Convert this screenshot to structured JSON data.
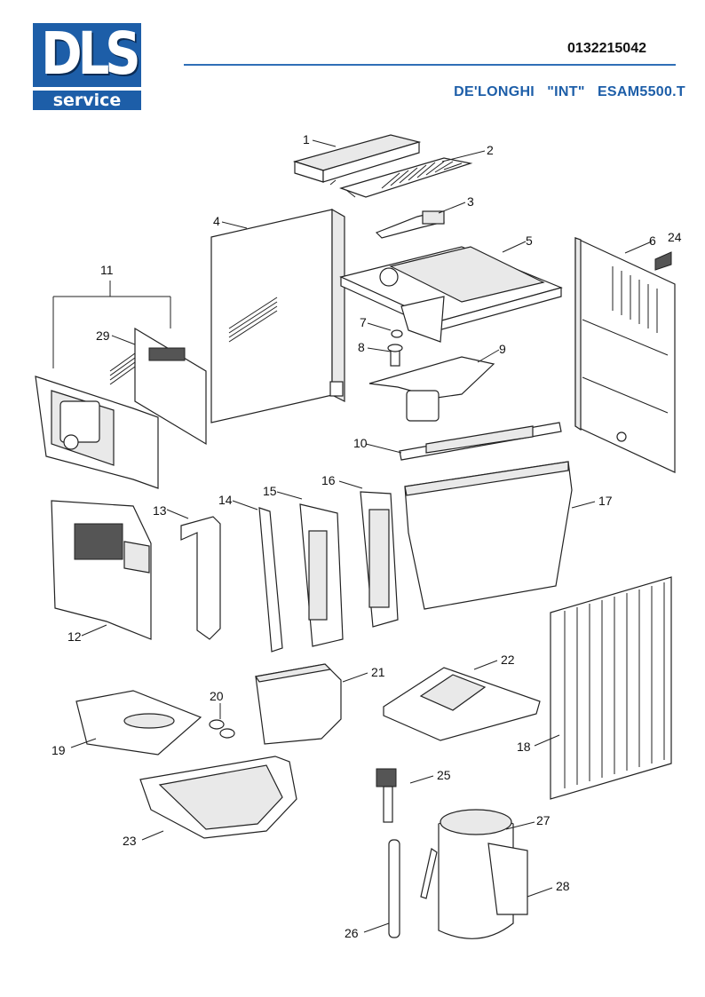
{
  "header": {
    "logo_top": "DLS",
    "logo_bottom": "service",
    "document_code": "0132215042",
    "model_line": "DE'LONGHI   \"INT\"   ESAM5500.T"
  },
  "part_labels": [
    "1",
    "2",
    "3",
    "4",
    "5",
    "6",
    "24",
    "11",
    "29",
    "7",
    "8",
    "9",
    "10",
    "13",
    "14",
    "15",
    "16",
    "17",
    "12",
    "22",
    "21",
    "20",
    "19",
    "18",
    "25",
    "27",
    "23",
    "28",
    "26"
  ],
  "colors": {
    "brand": "#1d5ea8",
    "rule": "#2f6fb7"
  }
}
